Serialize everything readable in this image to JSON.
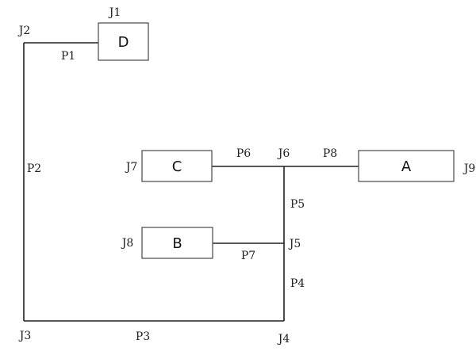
{
  "diagram": {
    "nodes": {
      "D": "D",
      "C": "C",
      "B": "B",
      "A": "A"
    },
    "junctions": {
      "J1": "J1",
      "J2": "J2",
      "J3": "J3",
      "J4": "J4",
      "J5": "J5",
      "J6": "J6",
      "J7": "J7",
      "J8": "J8",
      "J9": "J9"
    },
    "pipes": {
      "P1": "P1",
      "P2": "P2",
      "P3": "P3",
      "P4": "P4",
      "P5": "P5",
      "P6": "P6",
      "P7": "P7",
      "P8": "P8"
    },
    "colors": {
      "line": "#222222",
      "box_border": "#555555"
    }
  }
}
